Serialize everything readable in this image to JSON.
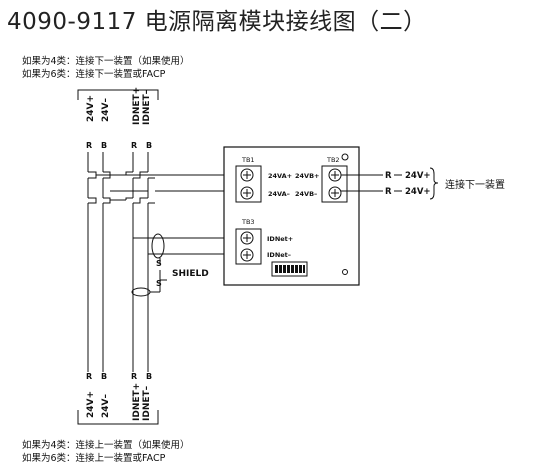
{
  "title": "4090-9117 电源隔离模块接线图（二）",
  "top_notes": [
    "如果为4类：连接下一装置（如果使用）",
    "如果为6类：连接下一装置或FACP"
  ],
  "bottom_notes": [
    "如果为4类：连接上一装置（如果使用）",
    "如果为6类：连接上一装置或FACP"
  ],
  "wire_labels": {
    "plus_24v": "24V+",
    "minus_24v": "24V–",
    "idnet_plus": "IDNET+",
    "idnet_minus": "IDNET–",
    "r": "R",
    "b": "B",
    "s": "S"
  },
  "module": {
    "tb1": "TB1",
    "tb2": "TB2",
    "tb3": "TB3",
    "va_plus": "24VA+",
    "va_minus": "24VA–",
    "vb_plus": "24VB+",
    "vb_minus": "24VB–",
    "idnet_plus": "IDNet+",
    "idnet_minus": "IDNet–"
  },
  "right_outputs": {
    "r1": "R",
    "v1": "24V+",
    "r2": "R",
    "v2": "24V+",
    "label": "连接下一装置"
  },
  "shield_label": "SHIELD"
}
